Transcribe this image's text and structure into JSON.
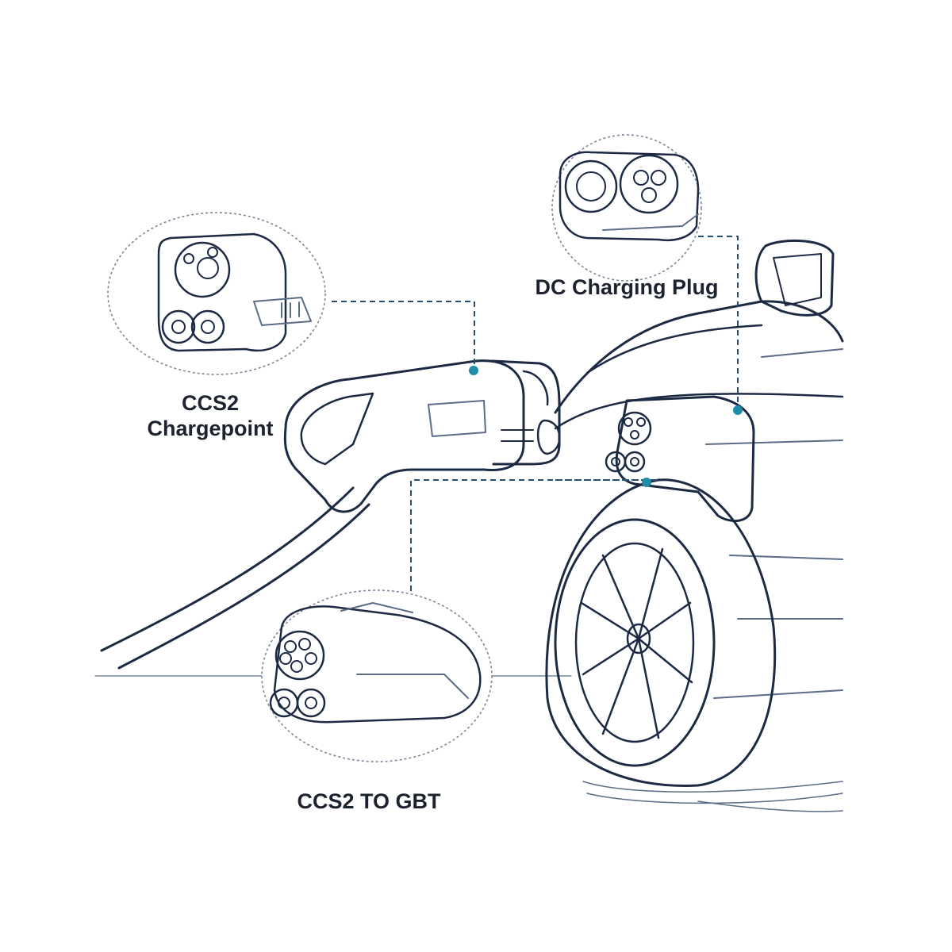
{
  "diagram": {
    "labels": {
      "ccs2_line1": "CCS2",
      "ccs2_line2": "Chargepoint",
      "dc_plug": "DC Charging Plug",
      "ccs2_gbt": "CCS2 TO GBT"
    },
    "colors": {
      "ink": "#1c2a44",
      "teal_marker": "#1f8da6",
      "leader_line": "#2a4f6e",
      "background": "#ffffff"
    }
  }
}
